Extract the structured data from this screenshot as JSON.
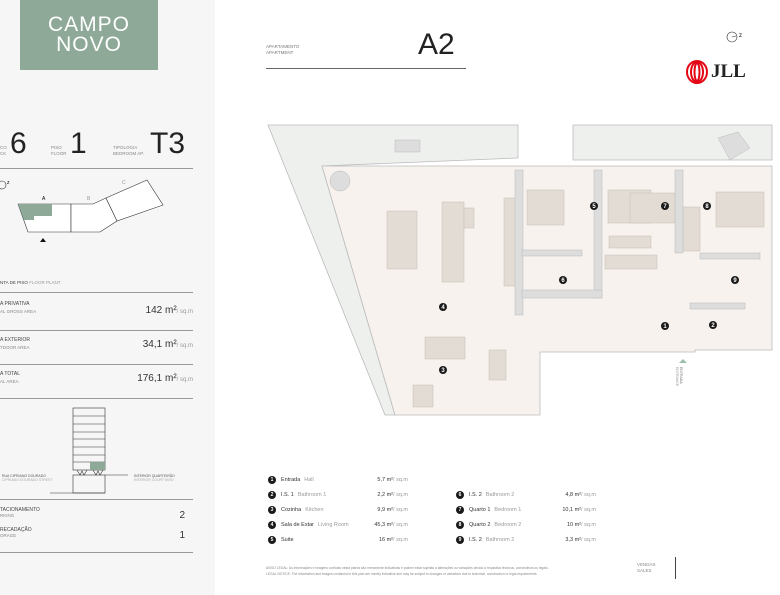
{
  "brand": {
    "name_line1": "CAMPO",
    "name_line2": "NOVO",
    "color": "#8ea998"
  },
  "summary": {
    "block": {
      "label_pt": "CO",
      "label_en": "CK",
      "value": "6"
    },
    "floor": {
      "label_pt": "PISO",
      "label_en": "FLOOR",
      "value": "1"
    },
    "typology": {
      "label_pt": "TIPOLOGIA",
      "label_en": "BEDROOM AP.",
      "value": "T3"
    }
  },
  "keyplan": {
    "blocks": [
      "A",
      "B",
      "C"
    ],
    "north": "z"
  },
  "floor_plant": {
    "pt": "NTA DE PISO",
    "en": "FLOOR PLANT"
  },
  "areas": [
    {
      "pt": "A PRIVATIVA",
      "en": "AL GROSS AREA",
      "value": "142 m²",
      "unit": "/ sq.m"
    },
    {
      "pt": "A EXTERIOR",
      "en": "TDOOR AREA",
      "value": "34,1 m²",
      "unit": "/ sq.m"
    },
    {
      "pt": "A TOTAL",
      "en": "AL AREA",
      "value": "176,1 m²",
      "unit": "/ sq.m"
    }
  ],
  "section": {
    "street_pt": "RUA CIPRIANO DOURADO",
    "street_en": "CIPRIANO DOURADO STREET",
    "court_pt": "INTERIOR QUARTEIRÃO",
    "court_en": "INTERIOR COURTYARD"
  },
  "extras": [
    {
      "pt": "TACIONAMENTO",
      "en": "RKING",
      "value": "2"
    },
    {
      "pt": "RECADAÇÃO",
      "en": "ORAGE",
      "value": "1"
    }
  ],
  "apartment": {
    "label_pt": "APARTAMENTO",
    "label_en": "APARTMENT",
    "value": "A2"
  },
  "partner_logo": "JLL",
  "plan": {
    "entrance_pt": "ENTRADA",
    "entrance_en": "ENTRANCE"
  },
  "rooms": [
    {
      "n": "1",
      "pt": "Entrada",
      "en": "Hall",
      "area": "5,7 m²",
      "unit": "/ sq.m"
    },
    {
      "n": "2",
      "pt": "I.S. 1",
      "en": "Bathroom 1",
      "area": "2,2 m²",
      "unit": "/ sq.m"
    },
    {
      "n": "3",
      "pt": "Cozinha",
      "en": "Kitchen",
      "area": "9,9 m²",
      "unit": "/ sq.m"
    },
    {
      "n": "4",
      "pt": "Sala de Estar",
      "en": "Living Room",
      "area": "45,3 m²",
      "unit": "/ sq.m"
    },
    {
      "n": "5",
      "pt": "Suite",
      "en": "",
      "area": "16 m²",
      "unit": "/ sq.m"
    },
    {
      "n": "6",
      "pt": "I.S. 2",
      "en": "Bathroom 2",
      "area": "4,8 m²",
      "unit": "/ sq.m"
    },
    {
      "n": "7",
      "pt": "Quarto 1",
      "en": "Bedroom 1",
      "area": "10,1 m²",
      "unit": "/ sq.m"
    },
    {
      "n": "8",
      "pt": "Quarto 2",
      "en": "Bedroom 2",
      "area": "10 m²",
      "unit": "/ sq.m"
    },
    {
      "n": "9",
      "pt": "I.S. 2",
      "en": "Bathroom 2",
      "area": "3,3 m²",
      "unit": "/ sq.m"
    }
  ],
  "legal": {
    "pt": "AVISO LEGAL: As informações e imagens contidas nesta planta são meramente indicativas e podem estar sujeitas a alterações ou variações devido a requisitos técnicos, construtivos ou legais.",
    "en": "LEGAL NOTICE: The information and images contained in this plan are merely indicative and may be subject to changes or variations due to technical, construction or legal requirements."
  },
  "sales": {
    "pt": "VENDAS",
    "en": "SALES"
  }
}
